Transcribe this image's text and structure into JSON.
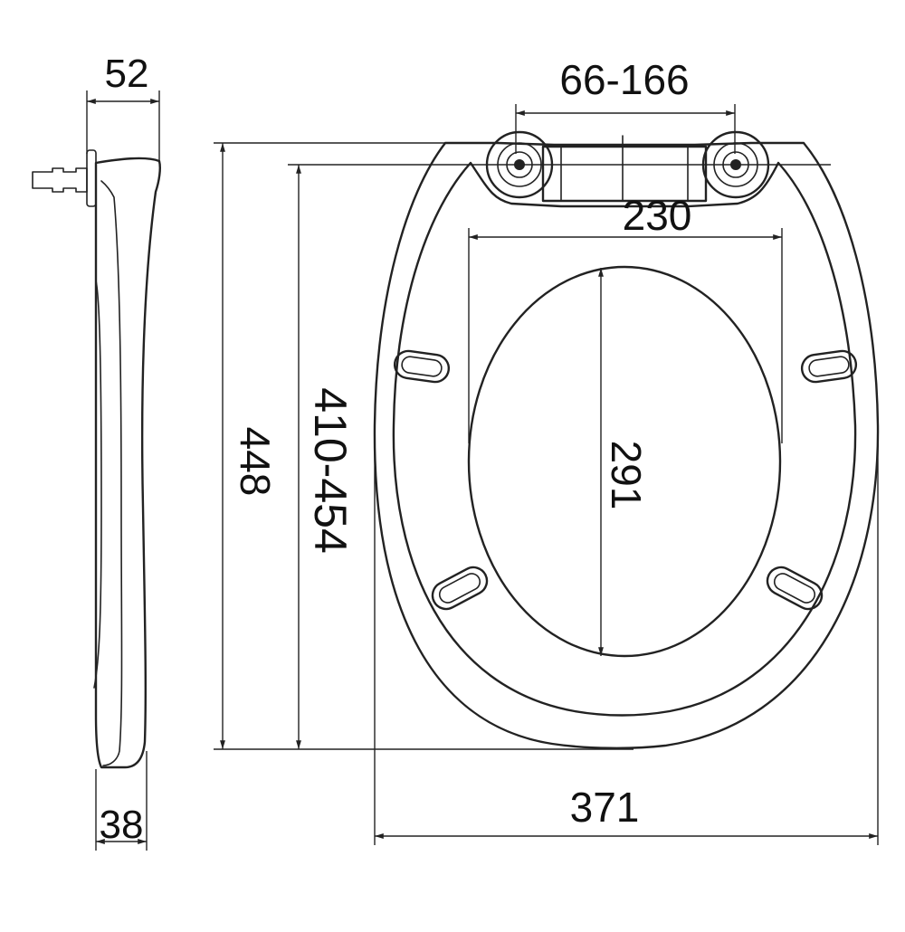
{
  "dimensions": {
    "side_depth_top": "52",
    "side_depth_bottom": "38",
    "hinge_spacing": "66-166",
    "inner_width": "230",
    "inner_length": "291",
    "bolt_to_front": "410-454",
    "overall_length": "448",
    "overall_width": "371"
  }
}
